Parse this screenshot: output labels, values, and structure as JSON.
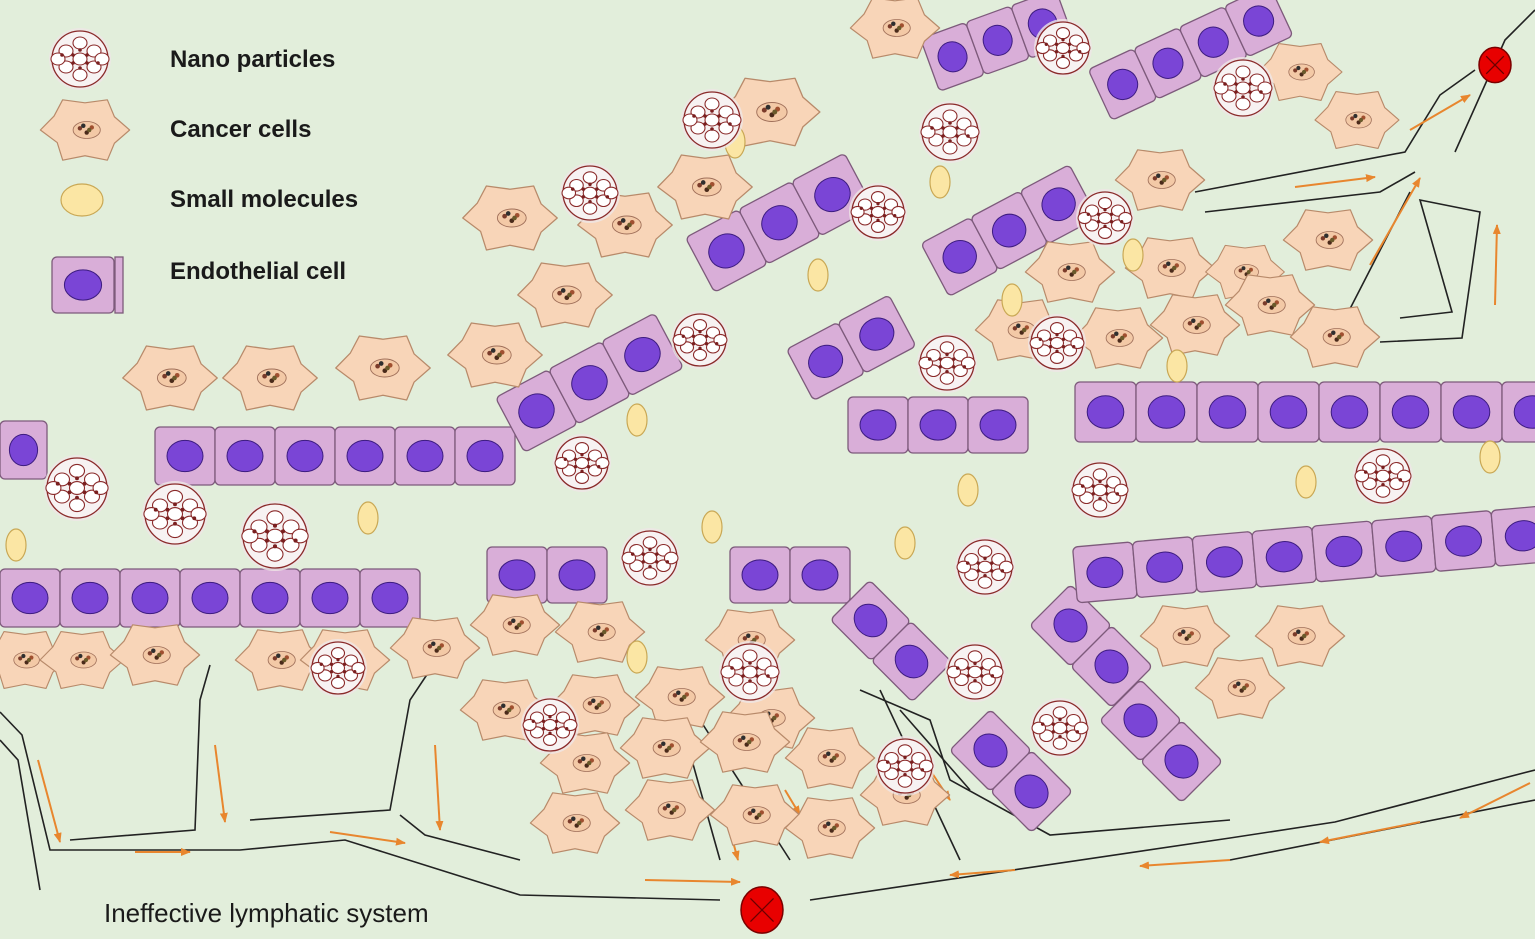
{
  "colors": {
    "background": "#e2eedb",
    "endothelial_fill": "#d9aed8",
    "endothelial_nucleus": "#7a45d6",
    "cancer_fill": "#f8d5b8",
    "small_molecule_fill": "#fbe6a4",
    "nanoparticle_fill": "#ffffff",
    "nanoparticle_lattice": "#8a2a2a",
    "flow_arrow": "#e8862e",
    "blocked_node": "#e80000",
    "vessel_line": "#222222"
  },
  "legend": {
    "nanoparticles": {
      "label": "Nano particles",
      "icon": "nanoparticle-icon"
    },
    "cancer_cells": {
      "label": "Cancer cells",
      "icon": "cancer-cell-icon"
    },
    "small_molecules": {
      "label": "Small molecules",
      "icon": "small-molecule-icon"
    },
    "endothelial_cell": {
      "label": "Endothelial cell",
      "icon": "endothelial-cell-icon"
    }
  },
  "caption": "Ineffective lymphatic system",
  "blocked_nodes": {
    "icon": "blocked-node-icon",
    "count": 2
  }
}
